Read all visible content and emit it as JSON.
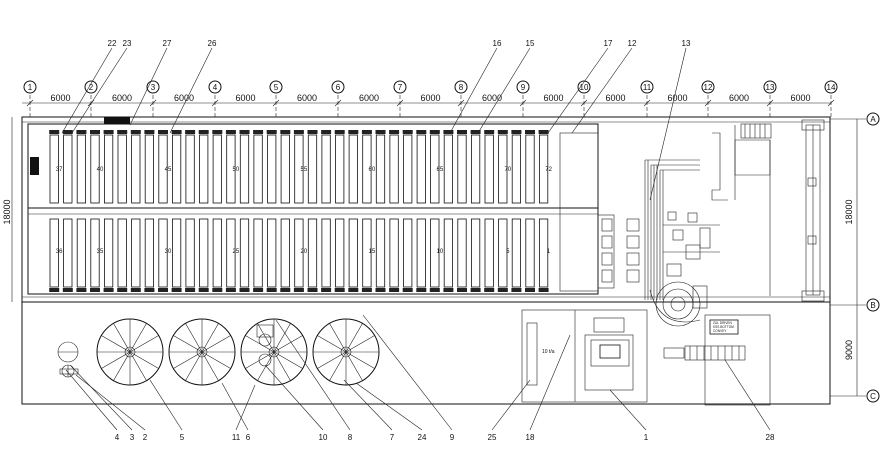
{
  "axes": {
    "numeric": [
      "1",
      "2",
      "3",
      "4",
      "5",
      "6",
      "7",
      "8",
      "9",
      "10",
      "11",
      "12",
      "13",
      "14"
    ],
    "letters": [
      "A",
      "B",
      "C"
    ]
  },
  "bay_spacing": "6000",
  "dims": {
    "left": "18000",
    "right_top": "18000",
    "right_bottom": "9000"
  },
  "top_callouts": [
    "22",
    "23",
    "27",
    "26",
    "16",
    "15",
    "17",
    "12",
    "13"
  ],
  "bottom_callouts": [
    "4",
    "3",
    "2",
    "5",
    "6",
    "11",
    "10",
    "8",
    "7",
    "24",
    "9",
    "25",
    "18",
    "1",
    "28"
  ],
  "row1_numbers": [
    "37",
    "40",
    "45",
    "50",
    "55",
    "60",
    "65",
    "70",
    "72"
  ],
  "row2_numbers": [
    "36",
    "35",
    "30",
    "25",
    "20",
    "15",
    "10",
    "5",
    "1"
  ],
  "panel_text": "10 t/a",
  "equip_text": [
    "ZUL DRIVEN",
    "KSS BOTTOM",
    "CONVEY"
  ]
}
